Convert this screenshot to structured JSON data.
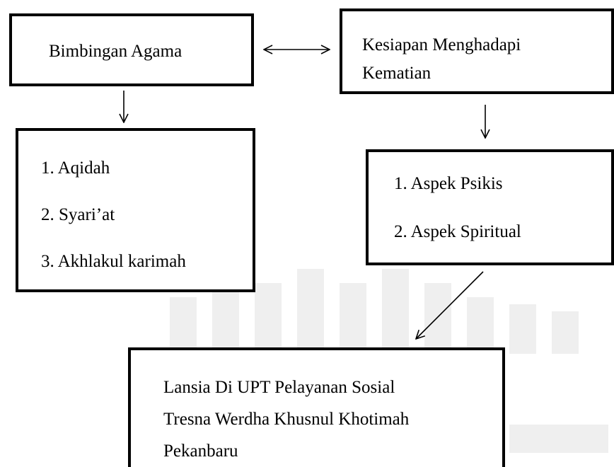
{
  "diagram": {
    "nodes": {
      "bimbingan": {
        "label": "Bimbingan Agama"
      },
      "kesiapan": {
        "line1": "Kesiapan Menghadapi",
        "line2": "Kematian"
      },
      "aqidah_list": {
        "items": [
          "1. Aqidah",
          "2. Syari’at",
          "3. Akhlakul karimah"
        ]
      },
      "aspek_list": {
        "items": [
          "1. Aspek Psikis",
          "2. Aspek Spiritual"
        ]
      },
      "lansia": {
        "line1": "Lansia Di UPT Pelayanan Sosial",
        "line2": "Tresna Werdha Khusnul Khotimah",
        "line3": "Pekanbaru"
      }
    },
    "edges": [
      {
        "from": "bimbingan",
        "to": "kesiapan",
        "style": "double-arrow"
      },
      {
        "from": "bimbingan",
        "to": "aqidah_list",
        "style": "arrow"
      },
      {
        "from": "kesiapan",
        "to": "aspek_list",
        "style": "arrow"
      },
      {
        "from": "aspek_list",
        "to": "lansia",
        "style": "arrow"
      }
    ],
    "colors": {
      "stroke": "#000000",
      "watermark": "#efefef"
    }
  }
}
